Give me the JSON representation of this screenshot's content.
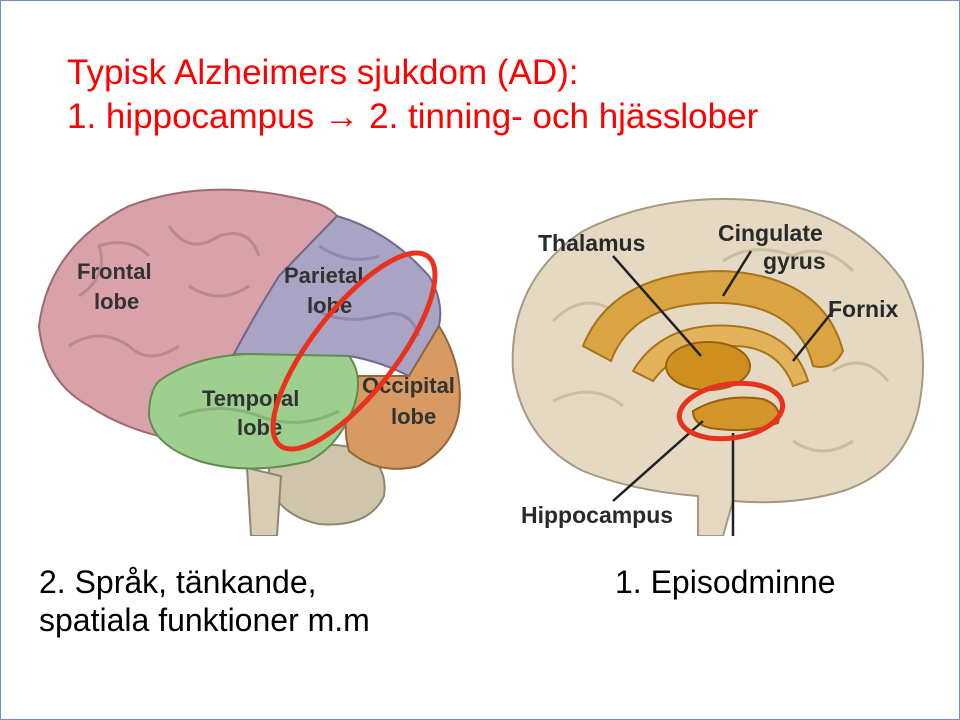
{
  "title": {
    "line1": "Typisk Alzheimers sjukdom (AD):",
    "line2_part1": "1. hippocampus",
    "line2_arrow": "→",
    "line2_part2": "2. tinning- och hjässlober"
  },
  "left_figure": {
    "labels": {
      "frontal_1": "Frontal",
      "frontal_2": "lobe",
      "parietal_1": "Parietal",
      "parietal_2": "lobe",
      "temporal_1": "Temporal",
      "temporal_2": "lobe",
      "occipital_1": "Occipital",
      "occipital_2": "lobe"
    },
    "colors": {
      "frontal": "#d9a2a8",
      "parietal": "#a9a3c4",
      "temporal": "#9fcf8e",
      "occipital": "#d69a62",
      "highlight": "#e8321e"
    }
  },
  "right_figure": {
    "labels": {
      "thalamus": "Thalamus",
      "cingulate_1": "Cingulate",
      "cingulate_2": "gyrus",
      "fornix": "Fornix",
      "hippocampus": "Hippocampus"
    },
    "colors": {
      "brain": "#e6d9c3",
      "limbic": "#d49a2a",
      "highlight": "#e8321e"
    }
  },
  "captions": {
    "left_line1": "2. Språk, tänkande,",
    "left_line2": "spatiala funktioner m.m",
    "right": "1. Episodminne"
  }
}
